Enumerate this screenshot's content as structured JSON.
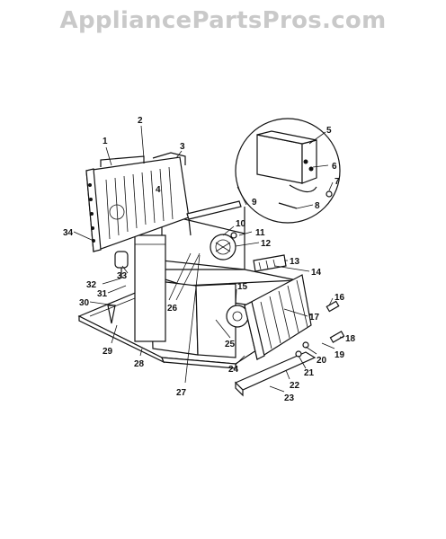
{
  "watermark": "AppliancePartsPros.com",
  "callouts": [
    "1",
    "2",
    "3",
    "4",
    "5",
    "6",
    "7",
    "8",
    "9",
    "10",
    "11",
    "12",
    "13",
    "14",
    "15",
    "16",
    "17",
    "18",
    "19",
    "20",
    "21",
    "22",
    "23",
    "24",
    "25",
    "26",
    "27",
    "28",
    "29",
    "30",
    "31",
    "32",
    "33",
    "34"
  ]
}
